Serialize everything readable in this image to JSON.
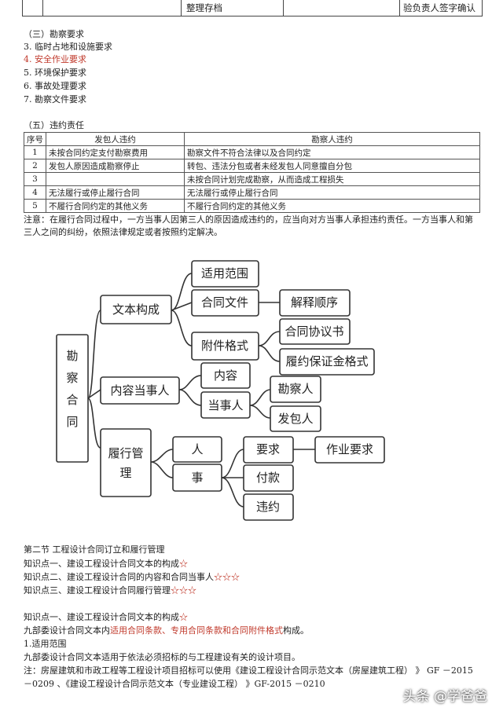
{
  "top_strip": {
    "cells": [
      "",
      "整理存档",
      "",
      "验负责人签字确认"
    ]
  },
  "survey_requirements": {
    "heading": "（三）勘察要求",
    "items": [
      {
        "text": "3.  临时占地和设施要求",
        "highlight": false
      },
      {
        "text": "4.  安全作业要求",
        "highlight": true
      },
      {
        "text": "5.  环境保护要求",
        "highlight": false
      },
      {
        "text": "6.  事故处理要求",
        "highlight": false
      },
      {
        "text": "7.  勘察文件要求",
        "highlight": false
      }
    ]
  },
  "breach": {
    "heading": "（五）违约责任",
    "headers": [
      "序号",
      "发包人违约",
      "勘察人违约"
    ],
    "rows": [
      [
        "1",
        "未按合同约定支付勘察费用",
        "勘察文件不符合法律以及合同约定"
      ],
      [
        "2",
        "发包人原因造成勘察停止",
        "转包、违法分包或者未经发包人同意擅自分包"
      ],
      [
        "3",
        "",
        "未按合同计划完成勘察，从而造成工程损失"
      ],
      [
        "4",
        "无法履行或停止履行合同",
        "无法履行或停止履行合同"
      ],
      [
        "5",
        "不履行合同约定的其他义务",
        "不履行合同约定的其他义务"
      ]
    ],
    "note": "注意：在履行合同过程中，一方当事人因第三人的原因造成违约的，应当向对方当事人承担违约责任。一方当事人和第三人之间的纠纷，依照法律规定或者按照约定解决。"
  },
  "mindmap": {
    "root": "勘察合同",
    "nodes": {
      "text_composition": "文本构成",
      "scope": "适用范围",
      "contract_docs": "合同文件",
      "interpretation_order": "解释顺序",
      "appendix_format": "附件格式",
      "agreement": "合同协议书",
      "performance_bond": "履约保证金格式",
      "content_parties": "内容当事人",
      "content": "内容",
      "parties": "当事人",
      "surveyor": "勘察人",
      "employer": "发包人",
      "performance_mgmt_1": "履行管",
      "performance_mgmt_2": "理",
      "person": "人",
      "matter": "事",
      "requirements": "要求",
      "work_requirements": "作业要求",
      "payment": "付款",
      "breach": "违约"
    },
    "line_color": "#333333"
  },
  "section2": {
    "title": "第二节   工程设计合同订立和履行管理",
    "points": [
      {
        "text": "知识点一、建设工程设计合同文本的构成",
        "stars": "☆"
      },
      {
        "text": "知识点二、建设工程设计合同的内容和合同当事人",
        "stars": "☆☆☆"
      },
      {
        "text": "知识点三、建设工程设计合同履行管理",
        "stars": "☆☆☆"
      }
    ],
    "kp1_heading": "知识点一、建设工程设计合同文本的构成",
    "kp1_stars": "☆",
    "kp1_line_prefix": "九部委设计合同文本内",
    "kp1_line_highlight": "适用合同条款、专用合同条款和合同附件格式",
    "kp1_line_suffix": "构成。",
    "scope_title": "1.适用范围",
    "scope_text": "九部委设计合同文本适用于依法必须招标的与工程建设有关的设计项目。",
    "note_line1": "注：房屋建筑和市政工程等工程设计项目招标可以使用《建设工程设计合同示范文本（房屋建筑工程）  》 GF －2015",
    "note_line2": "－0209 、《建设工程设计合同示范文本（专业建设工程）  》GF-2015 －0210"
  },
  "watermark": "头条 @学爸爸",
  "colors": {
    "highlight": "#c0392b",
    "star": "#c0392b"
  }
}
